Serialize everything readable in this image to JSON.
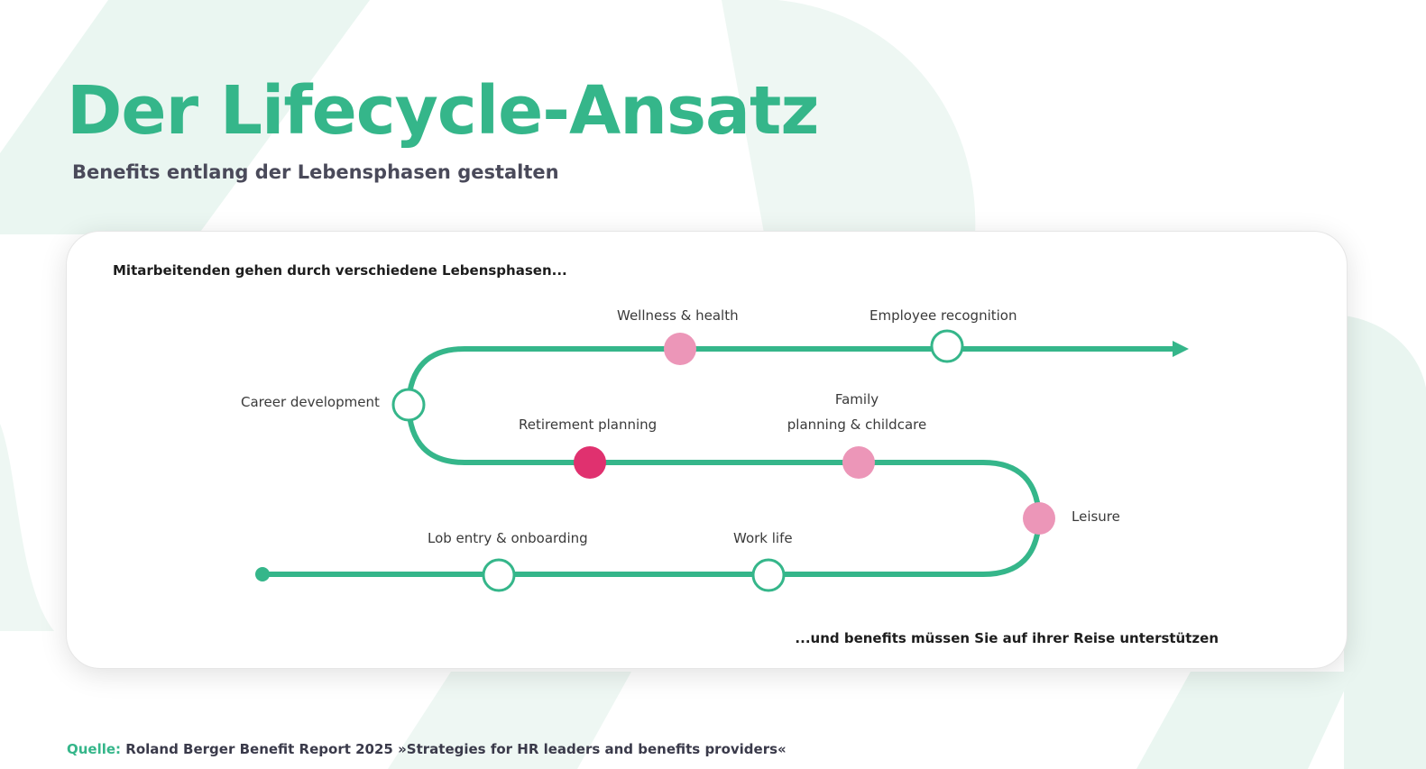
{
  "header": {
    "title": "Der Lifecycle-Ansatz",
    "subtitle": "Benefits entlang der Lebensphasen gestalten"
  },
  "card": {
    "intro": "Mitarbeitenden gehen durch verschiedene Lebensphasen...",
    "outro": "...und benefits müssen Sie auf ihrer Reise unterstützen"
  },
  "stages": [
    {
      "label": "Lob entry & onboarding",
      "type": "outline"
    },
    {
      "label": "Work life",
      "type": "outline"
    },
    {
      "label": "Leisure",
      "type": "pink"
    },
    {
      "label_line1": "Family",
      "label_line2": "planning & childcare",
      "type": "pink"
    },
    {
      "label": "Retirement planning",
      "type": "dark-pink"
    },
    {
      "label": "Career development",
      "type": "outline"
    },
    {
      "label": "Wellness & health",
      "type": "pink"
    },
    {
      "label": "Employee recognition",
      "type": "outline"
    }
  ],
  "colors": {
    "accent": "#35b68a",
    "pink": "#ec96b8",
    "dark_pink": "#e0316f",
    "text": "#4a4a5a"
  },
  "footer": {
    "source_label": "Quelle:",
    "source_text": "Roland Berger Benefit Report 2025 »Strategies for HR leaders and benefits providers«"
  }
}
